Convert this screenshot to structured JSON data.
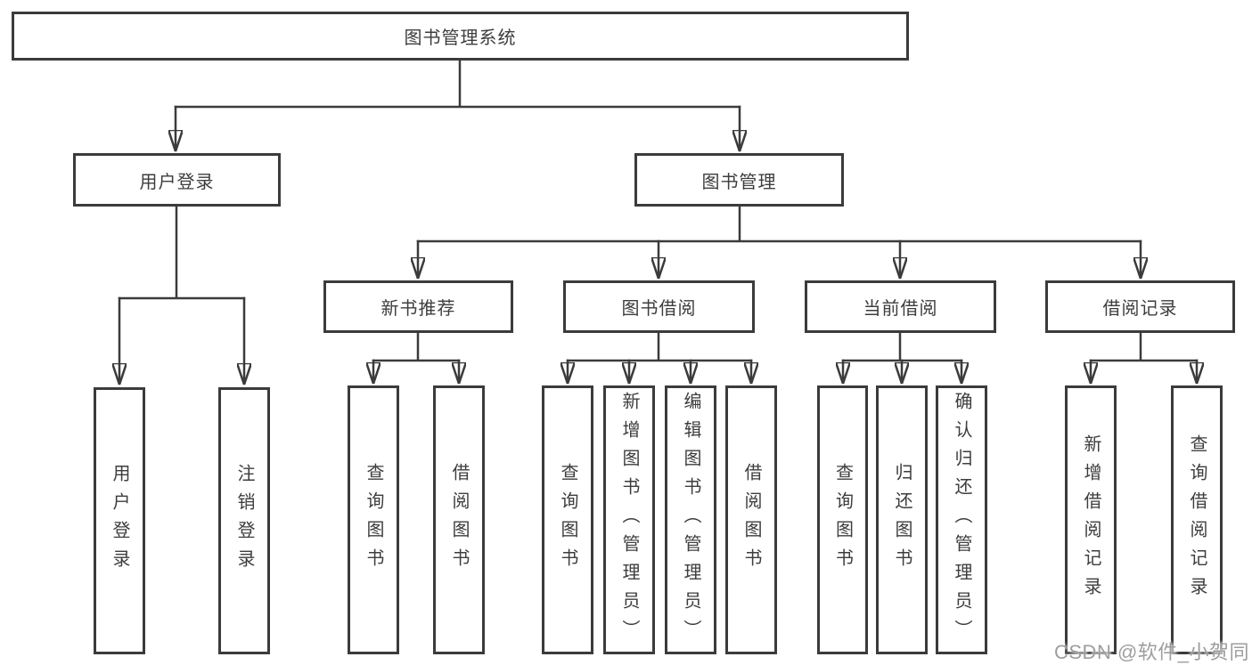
{
  "diagram": {
    "title": "图书管理系统",
    "nodes": {
      "root": "图书管理系统",
      "user_login": "用户登录",
      "book_mgmt": "图书管理",
      "new_book": "新书推荐",
      "book_borrow": "图书借阅",
      "current_borrow": "当前借阅",
      "borrow_record": "借阅记录",
      "user_login_children": [
        "用户登录",
        "注销登录"
      ],
      "new_book_children": [
        "查询图书",
        "借阅图书"
      ],
      "book_borrow_children": [
        "查询图书",
        "新增图书（管理员）",
        "编辑图书（管理员）",
        "借阅图书"
      ],
      "current_borrow_children": [
        "查询图书",
        "归还图书",
        "确认归还（管理员）"
      ],
      "borrow_record_children": [
        "新增借阅记录",
        "查询借阅记录"
      ]
    },
    "watermark": "CSDN @软件_小贺同学",
    "colors": {
      "line": "#3b3b3b",
      "text": "#3d3d3d",
      "background": "#ffffff",
      "watermark": "#9e9e9e"
    }
  }
}
